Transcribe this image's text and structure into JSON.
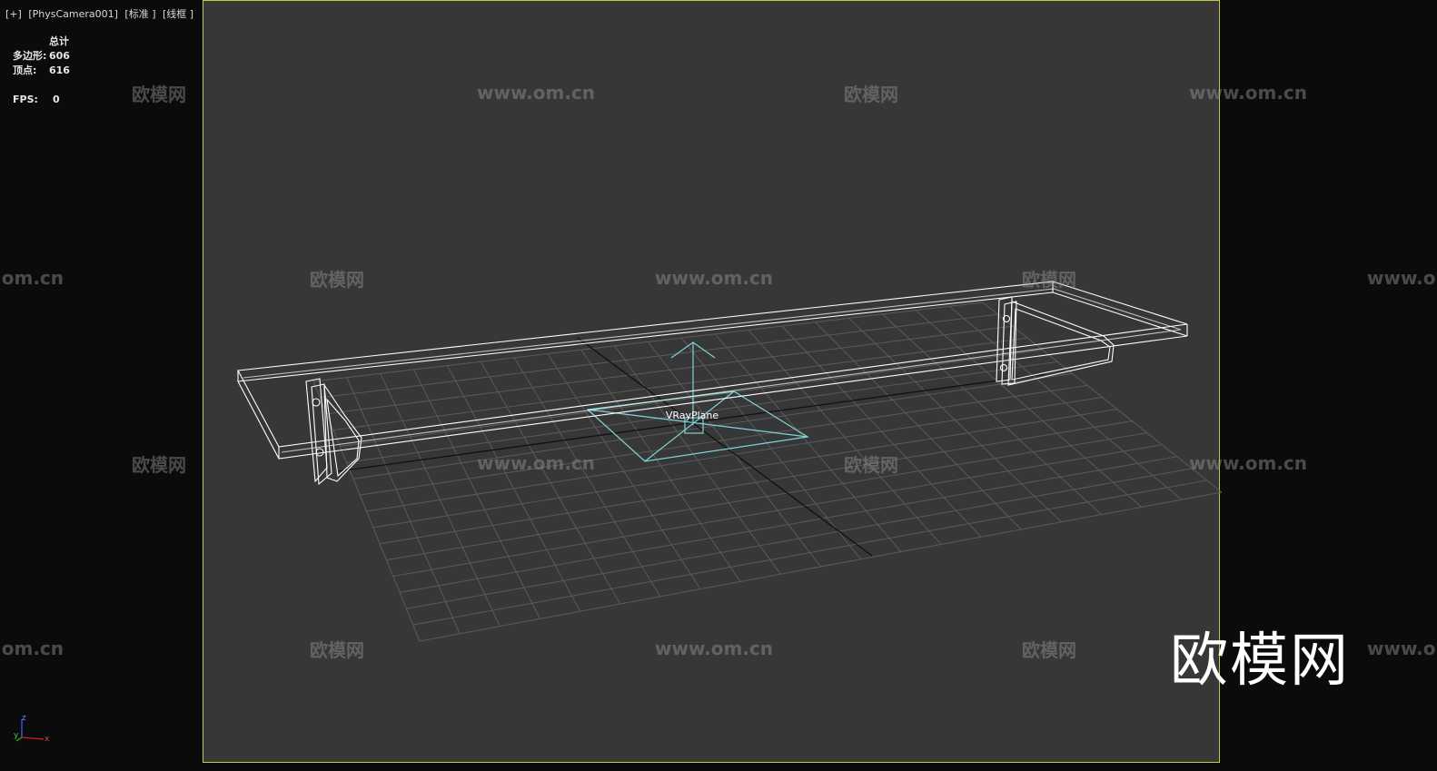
{
  "viewport": {
    "plus_label": "[+]",
    "camera_label": "[PhysCamera001]",
    "shading_mode": "[标准 ]",
    "display_mode": "[线框 ]"
  },
  "stats": {
    "header": "总计",
    "polygons_label": "多边形:",
    "polygons_value": "606",
    "vertices_label": "顶点:",
    "vertices_value": "616",
    "fps_label": "FPS:",
    "fps_value": "0"
  },
  "scene": {
    "object_label": "VRayPlane",
    "wire_color": "#ffffff",
    "plane_color": "#7fd3d6",
    "grid_color": "#5a5a5a"
  },
  "axis_tripod": {
    "z": "z",
    "y": "y",
    "x": "x"
  },
  "watermarks": {
    "brand": "欧模网",
    "url": "www.om.cn"
  }
}
